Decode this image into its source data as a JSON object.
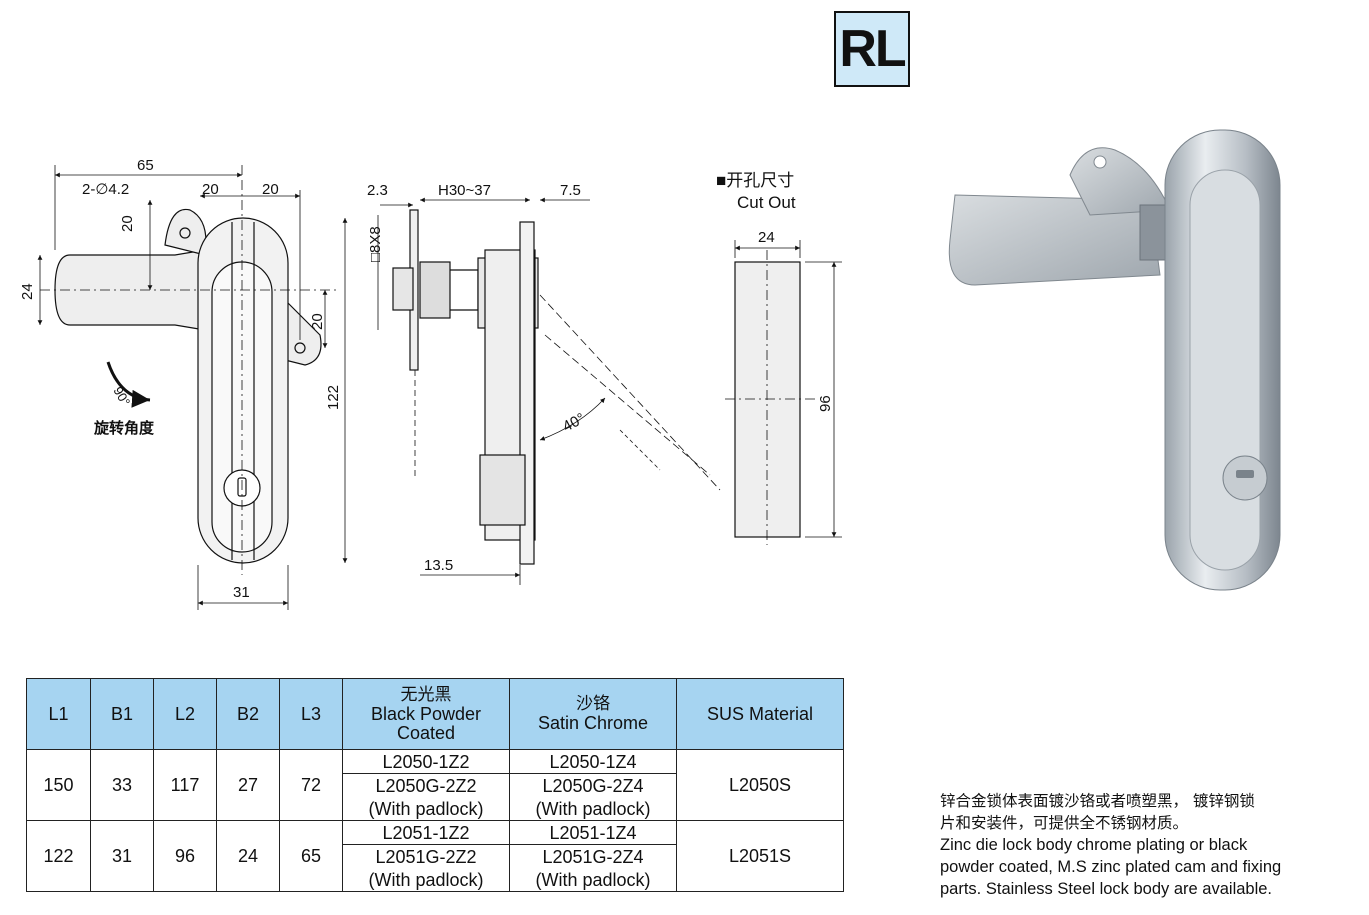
{
  "badge": "RL",
  "drawing": {
    "front": {
      "dim_width_total": "65",
      "dim_holes": "2-∅4.2",
      "dim_offset_a": "20",
      "dim_offset_b": "20",
      "dim_hole_vertical": "20",
      "dim_bar": "24",
      "dim_cam_hole": "20",
      "dim_height": "122",
      "dim_width": "31",
      "rotation_angle": "90°",
      "rotation_label": "旋转角度"
    },
    "side": {
      "dim_thickness": "2.3",
      "dim_panel": "H30~37",
      "dim_depth": "7.5",
      "dim_square": "□8X8",
      "dim_angle": "40°",
      "dim_base": "13.5"
    },
    "cutout": {
      "title_cn": "■开孔尺寸",
      "title_en": "Cut Out",
      "width": "24",
      "height": "96"
    }
  },
  "table": {
    "headers": {
      "l1": "L1",
      "b1": "B1",
      "l2": "L2",
      "b2": "B2",
      "l3": "L3",
      "black_cn": "无光黑",
      "black_en1": "Black Powder",
      "black_en2": "Coated",
      "satin_cn": "沙铬",
      "satin_en": "Satin Chrome",
      "sus": "SUS Material"
    },
    "rows": [
      {
        "l1": "150",
        "b1": "33",
        "l2": "117",
        "b2": "27",
        "l3": "72",
        "black_a": "L2050-1Z2",
        "black_b": "L2050G-2Z2",
        "black_c": "(With padlock)",
        "satin_a": "L2050-1Z4",
        "satin_b": "L2050G-2Z4",
        "satin_c": "(With padlock)",
        "sus": "L2050S"
      },
      {
        "l1": "122",
        "b1": "31",
        "l2": "96",
        "b2": "24",
        "l3": "65",
        "black_a": "L2051-1Z2",
        "black_b": "L2051G-2Z2",
        "black_c": "(With padlock)",
        "satin_a": "L2051-1Z4",
        "satin_b": "L2051G-2Z4",
        "satin_c": "(With padlock)",
        "sus": "L2051S"
      }
    ]
  },
  "description": {
    "cn_line1": "锌合金锁体表面镀沙铬或者喷塑黑，  镀锌钢锁",
    "cn_line2": "片和安装件，可提供全不锈钢材质。",
    "en_line1": "Zinc die lock body chrome plating or black",
    "en_line2": "powder coated, M.S zinc plated cam and fixing",
    "en_line3": "parts. Stainless Steel lock body are available."
  },
  "colors": {
    "badge_bg": "#cfe9f8",
    "table_header_bg": "#a6d4f1",
    "line": "#111111"
  }
}
